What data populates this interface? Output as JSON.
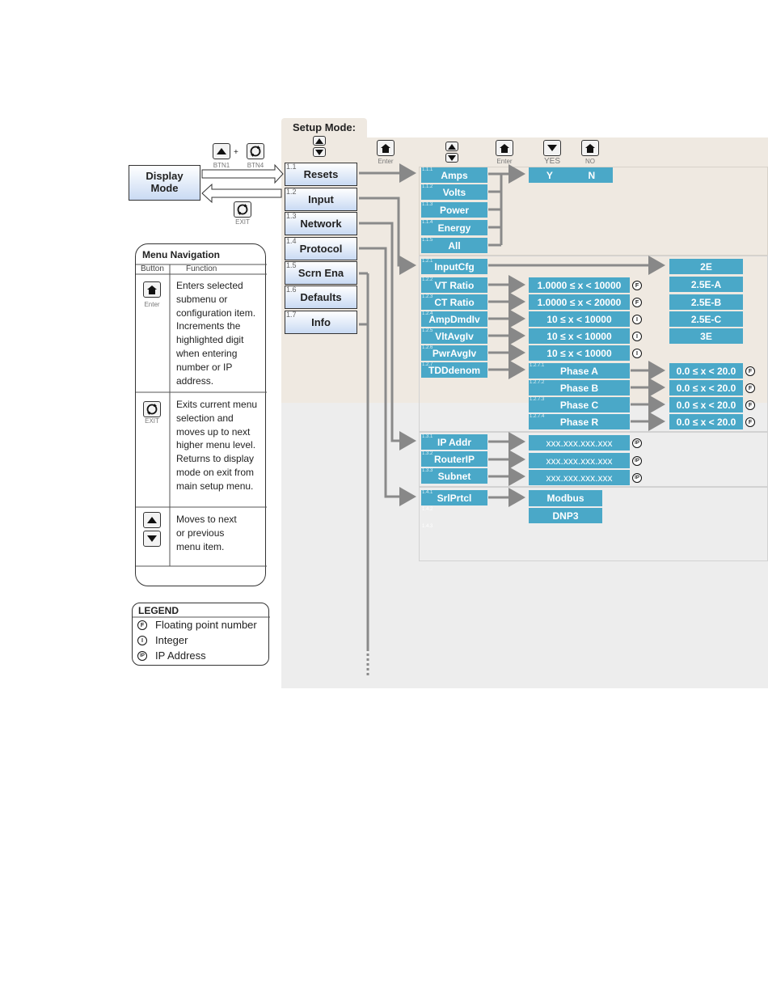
{
  "setup": {
    "title": "Setup Mode:",
    "header": {
      "enter1": "Enter",
      "enter2": "Enter",
      "yes": "YES",
      "no": "NO"
    }
  },
  "display": {
    "line1": "Display",
    "line2": "Mode",
    "btn1": "BTN1",
    "plus": "+",
    "btn4": "BTN4",
    "exit": "EXIT"
  },
  "menu": [
    {
      "num": "1.1",
      "label": "Resets"
    },
    {
      "num": "1.2",
      "label": "Input"
    },
    {
      "num": "1.3",
      "label": "Network"
    },
    {
      "num": "1.4",
      "label": "Protocol"
    },
    {
      "num": "1.5",
      "label": "Scrn Ena"
    },
    {
      "num": "1.6",
      "label": "Defaults"
    },
    {
      "num": "1.7",
      "label": "Info"
    }
  ],
  "resets": {
    "items": [
      {
        "num": "1.1.1",
        "label": "Amps"
      },
      {
        "num": "1.1.2",
        "label": "Volts"
      },
      {
        "num": "1.1.3",
        "label": "Power"
      },
      {
        "num": "1.1.4",
        "label": "Energy"
      },
      {
        "num": "1.1.5",
        "label": "All"
      }
    ],
    "confirm": {
      "yes": "Y",
      "no": "N"
    }
  },
  "input": {
    "items": [
      {
        "num": "1.2.1",
        "label": "InputCfg"
      },
      {
        "num": "1.2.2",
        "label": "VT Ratio",
        "value": "1.0000 ≤ x < 10000",
        "type": "F"
      },
      {
        "num": "1.2.3",
        "label": "CT Ratio",
        "value": "1.0000 ≤ x < 20000",
        "type": "F"
      },
      {
        "num": "1.2.4",
        "label": "AmpDmdIv",
        "value": "10 ≤ x < 10000",
        "type": "I"
      },
      {
        "num": "1.2.5",
        "label": "VltAvgIv",
        "value": "10 ≤ x < 10000",
        "type": "I"
      },
      {
        "num": "1.2.6",
        "label": "PwrAvgIv",
        "value": "10 ≤ x < 10000",
        "type": "I"
      },
      {
        "num": "1.2.7",
        "label": "TDDdenom"
      }
    ],
    "cfg_options": [
      "2E",
      "2.5E-A",
      "2.5E-B",
      "2.5E-C",
      "3E"
    ],
    "phases": [
      {
        "num": "1.2.7.1",
        "label": "Phase A",
        "value": "0.0 ≤ x < 20.0",
        "type": "F"
      },
      {
        "num": "1.2.7.2",
        "label": "Phase B",
        "value": "0.0 ≤ x < 20.0",
        "type": "F"
      },
      {
        "num": "1.2.7.3",
        "label": "Phase C",
        "value": "0.0 ≤ x < 20.0",
        "type": "F"
      },
      {
        "num": "1.2.7.4",
        "label": "Phase R",
        "value": "0.0 ≤ x < 20.0",
        "type": "F"
      }
    ]
  },
  "network": {
    "items": [
      {
        "num": "1.3.1",
        "label": "IP Addr",
        "value": "xxx.xxx.xxx.xxx",
        "type": "IP"
      },
      {
        "num": "1.3.2",
        "label": "RouterIP",
        "value": "xxx.xxx.xxx.xxx",
        "type": "IP"
      },
      {
        "num": "1.3.3",
        "label": "Subnet",
        "value": "xxx.xxx.xxx.xxx",
        "type": "IP"
      }
    ]
  },
  "protocol": {
    "items": [
      {
        "num": "1.4.1",
        "label": "SrlPrtcl"
      },
      {
        "num": "1.4.2",
        "label": ""
      },
      {
        "num": "1.4.3",
        "label": ""
      }
    ],
    "options": [
      "Modbus",
      "DNP3"
    ]
  },
  "nav": {
    "title": "Menu Navigation",
    "col_button": "Button",
    "col_function": "Function",
    "enter_caption": "Enter",
    "exit_caption": "EXIT",
    "rows": [
      {
        "lines": [
          "Enters selected",
          "submenu or",
          "configuration item.",
          "Increments the",
          "highlighted digit",
          "when entering",
          "number or IP",
          "address."
        ]
      },
      {
        "lines": [
          "Exits current menu",
          "selection and",
          "moves up to next",
          "higher menu level.",
          "Returns to display",
          "mode on exit from",
          "main setup menu."
        ]
      },
      {
        "lines": [
          "Moves to next",
          "or previous",
          "menu item."
        ]
      }
    ]
  },
  "legend": {
    "title": "LEGEND",
    "items": [
      {
        "symbol": "F",
        "label": "Floating point number"
      },
      {
        "symbol": "I",
        "label": "Integer"
      },
      {
        "symbol": "IP",
        "label": "IP Address"
      }
    ]
  },
  "colors": {
    "teal": "#4aa8c8",
    "panel_top": "#efe9e1",
    "panel_bottom": "#ededed",
    "arrow": "#888888",
    "menu_gradient_end": "#c9daf3"
  }
}
